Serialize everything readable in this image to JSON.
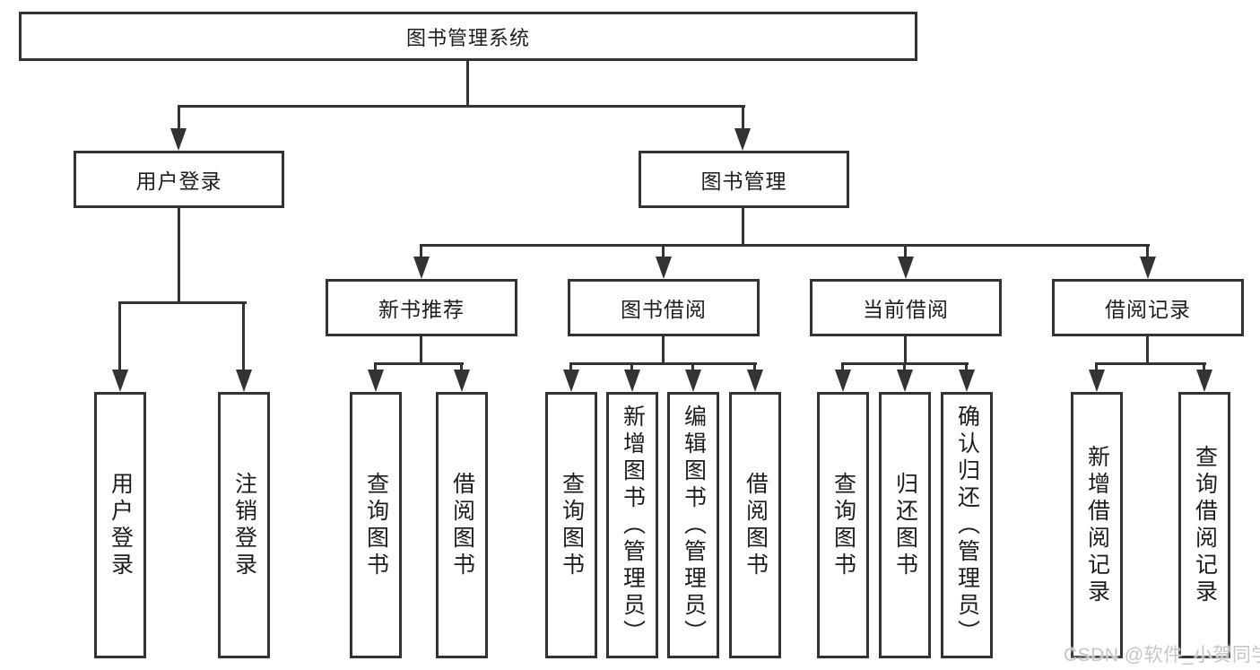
{
  "tree": {
    "root": "图书管理系统",
    "login": {
      "label": "用户登录",
      "leaves": [
        "用户登录",
        "注销登录"
      ]
    },
    "manage": {
      "label": "图书管理",
      "sections": [
        {
          "label": "新书推荐",
          "leaves": [
            "查询图书",
            "借阅图书"
          ]
        },
        {
          "label": "图书借阅",
          "leaves": [
            "查询图书",
            "新增图书（管理员）",
            "编辑图书（管理员）",
            "借阅图书"
          ]
        },
        {
          "label": "当前借阅",
          "leaves": [
            "查询图书",
            "归还图书",
            "确认归还（管理员）"
          ]
        },
        {
          "label": "借阅记录",
          "leaves": [
            "新增借阅记录",
            "查询借阅记录"
          ]
        }
      ]
    }
  },
  "watermark": "CSDN @软件_小贺同学",
  "colors": {
    "line": "#333333",
    "text": "#1d1d1f",
    "watermark": "#c6c6c6",
    "background": "#ffffff"
  }
}
